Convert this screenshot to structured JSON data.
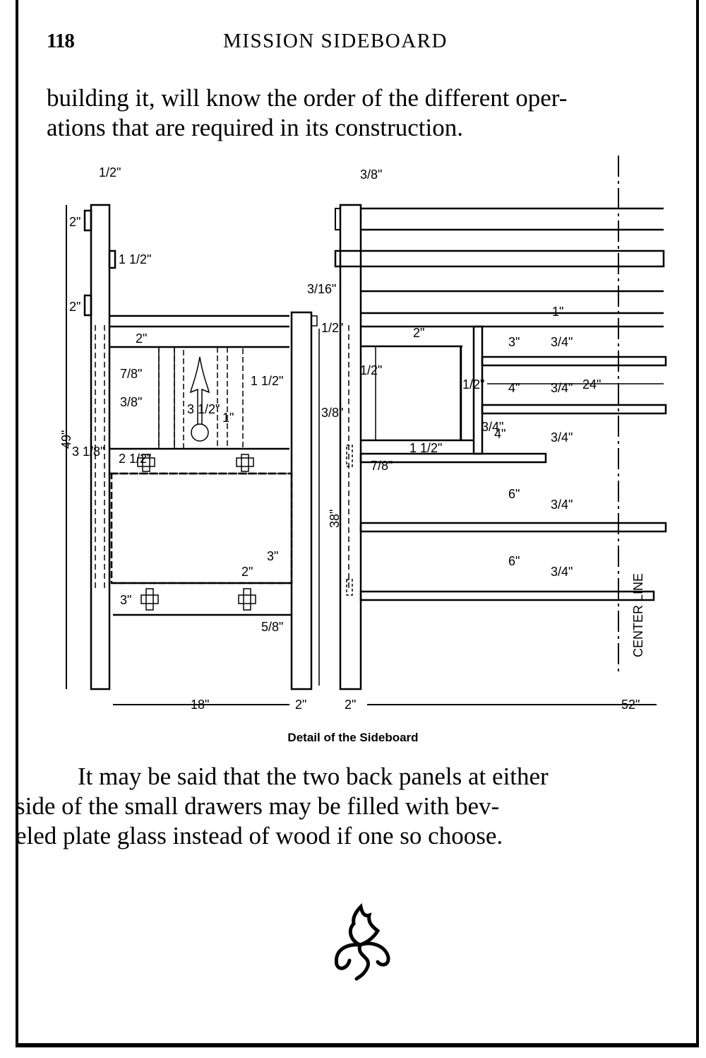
{
  "header": {
    "page_number": "118",
    "running_title": "MISSION SIDEBOARD"
  },
  "body": {
    "paragraph_1": "building it, will know the order of the different operations that are required in its construction.",
    "paragraph_1_lines": [
      "building it, will know the order of the different oper-",
      "ations that are required in its construction."
    ],
    "paragraph_2_lines": [
      "It may be said that the two back panels at either",
      "side of the small drawers may be filled with bev-",
      "eled plate glass instead of wood if one so choose."
    ]
  },
  "figure": {
    "caption": "Detail of the Sideboard",
    "dimension_labels": {
      "top_half_inch": "1/2\"",
      "top_three_eighths": "3/8\"",
      "post_tenon_top": "2\"",
      "post_tenon_mid": "2\"",
      "side_rail_small": "1 1/2\"",
      "overall_height": "49\"",
      "rail_2in": "2\"",
      "panel_seven_eighths": "7/8\"",
      "panel_three_eighths": "3/8\"",
      "slat_width": "1 1/2\"",
      "keyhole_width": "3 1/2\"",
      "keyhole_gap": "1\"",
      "rail_3_1_8": "3 1/8\"",
      "rail_2_half": "2 1/2\"",
      "lower_2in": "2\"",
      "lower_3in": "3\"",
      "bottom_rail_3in": "3\"",
      "tenon_five_eighths": "5/8\"",
      "width_18": "18\"",
      "leg_2in_a": "2\"",
      "leg_2in_b": "2\"",
      "leg_height_38": "38\"",
      "back_three_sixteenths": "3/16\"",
      "back_half": "1/2\"",
      "back_half_b": "1/2\"",
      "back_three_eighths": "3/8\"",
      "back_seven_eighths": "7/8\"",
      "drawer_rail_2in": "2\"",
      "drawer_stile_half": "1/2\"",
      "drawer_rail_bottom": "1 1/2\"",
      "gap_3in": "3\"",
      "gap_4in_a": "4\"",
      "gap_4in_b": "4\"",
      "gap_6in_a": "6\"",
      "gap_6in_b": "6\"",
      "shelf_1in": "1\"",
      "shelf_three_quarter_a": "3/4\"",
      "shelf_three_quarter_b": "3/4\"",
      "shelf_three_quarter_c": "3/4\"",
      "shelf_three_quarter_d": "3/4\"",
      "shelf_three_quarter_e": "3/4\"",
      "partition_three_quarter": "3/4\"",
      "half_width_24": "24\"",
      "half_length_52": "52\"",
      "center_line": "CENTER LINE"
    }
  },
  "ornament": {
    "icon": "fleuron-ornament-icon"
  }
}
